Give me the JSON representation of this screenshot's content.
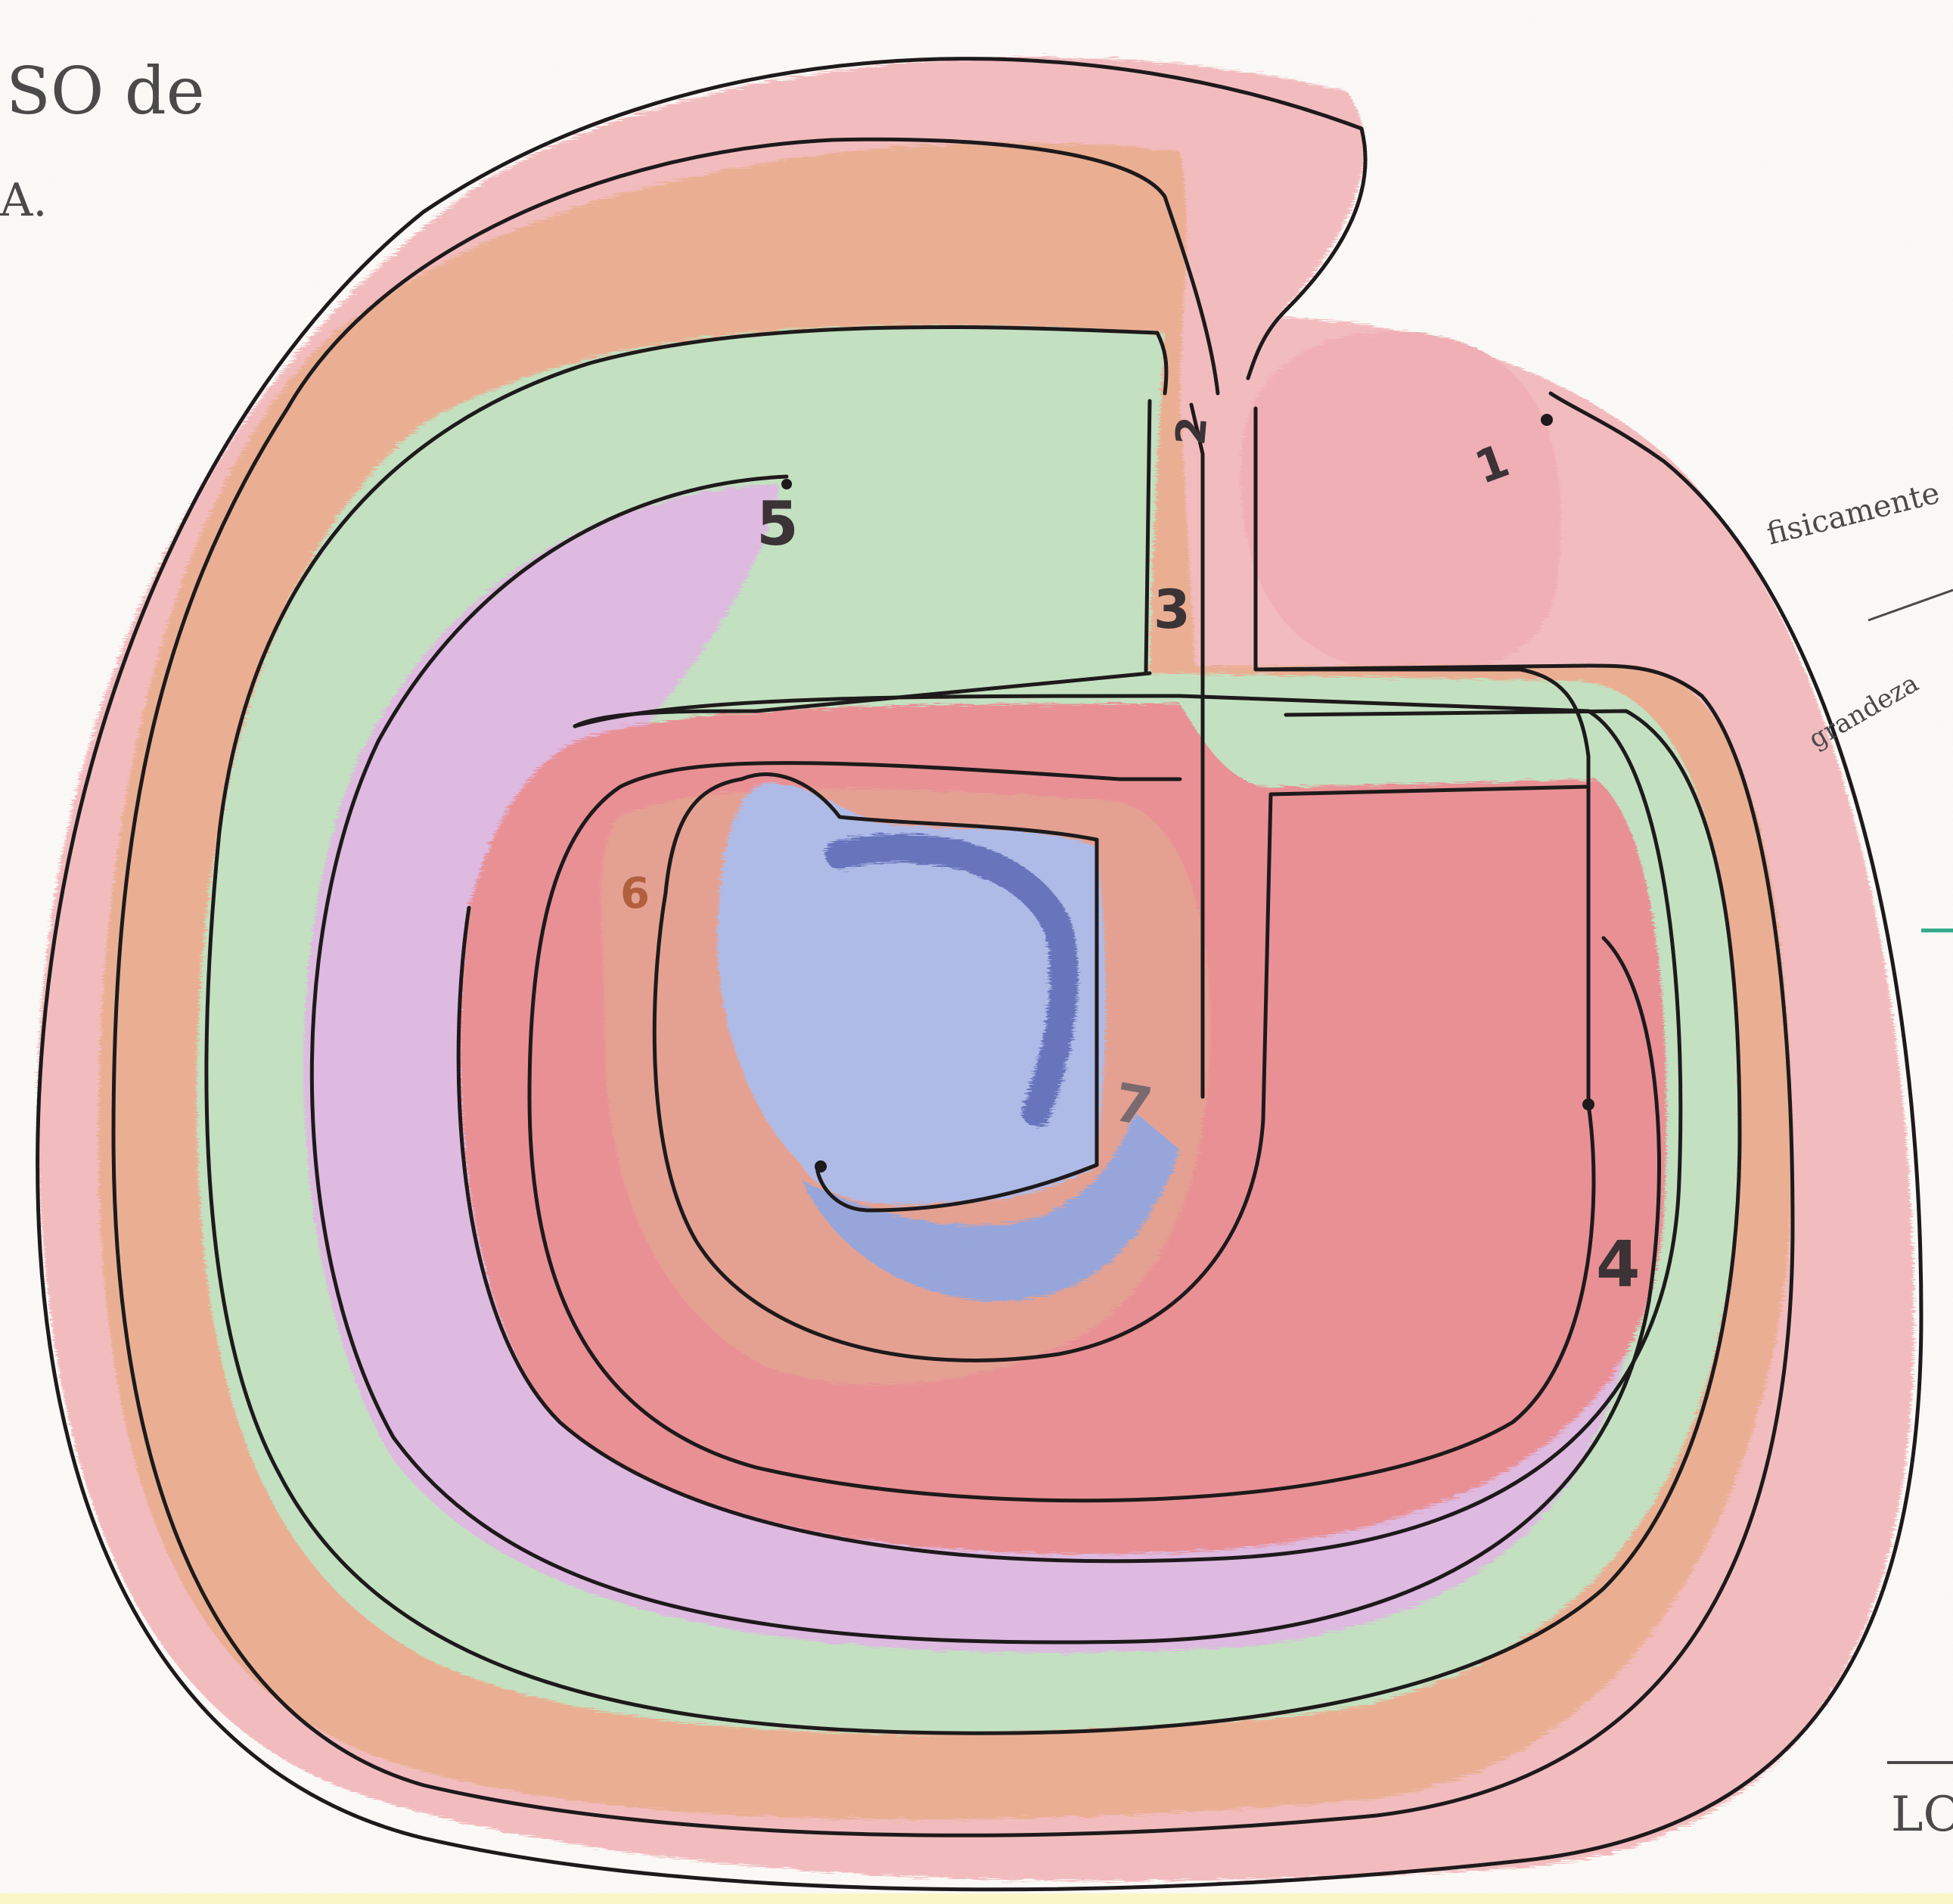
{
  "margin_notes": {
    "top_left_line1": "SO de",
    "top_left_line2": "A.",
    "right_note1": "fisicamente",
    "right_note2": "grandeza",
    "bottom_right": "LO"
  },
  "region_numbers": {
    "n1": "1",
    "n2": "2",
    "n3": "3",
    "n4": "4",
    "n5": "5",
    "n6": "6",
    "n7": "7"
  },
  "colors": {
    "pink": "#f2b7bb",
    "orange": "#e9a98b",
    "green": "#bfe0bd",
    "purple": "#dcb4df",
    "red": "#e8888d",
    "blue": "#8f9fd8",
    "ink": "#1e1a1b"
  },
  "icons": [
    "hand-drawn-spiral-maze"
  ]
}
